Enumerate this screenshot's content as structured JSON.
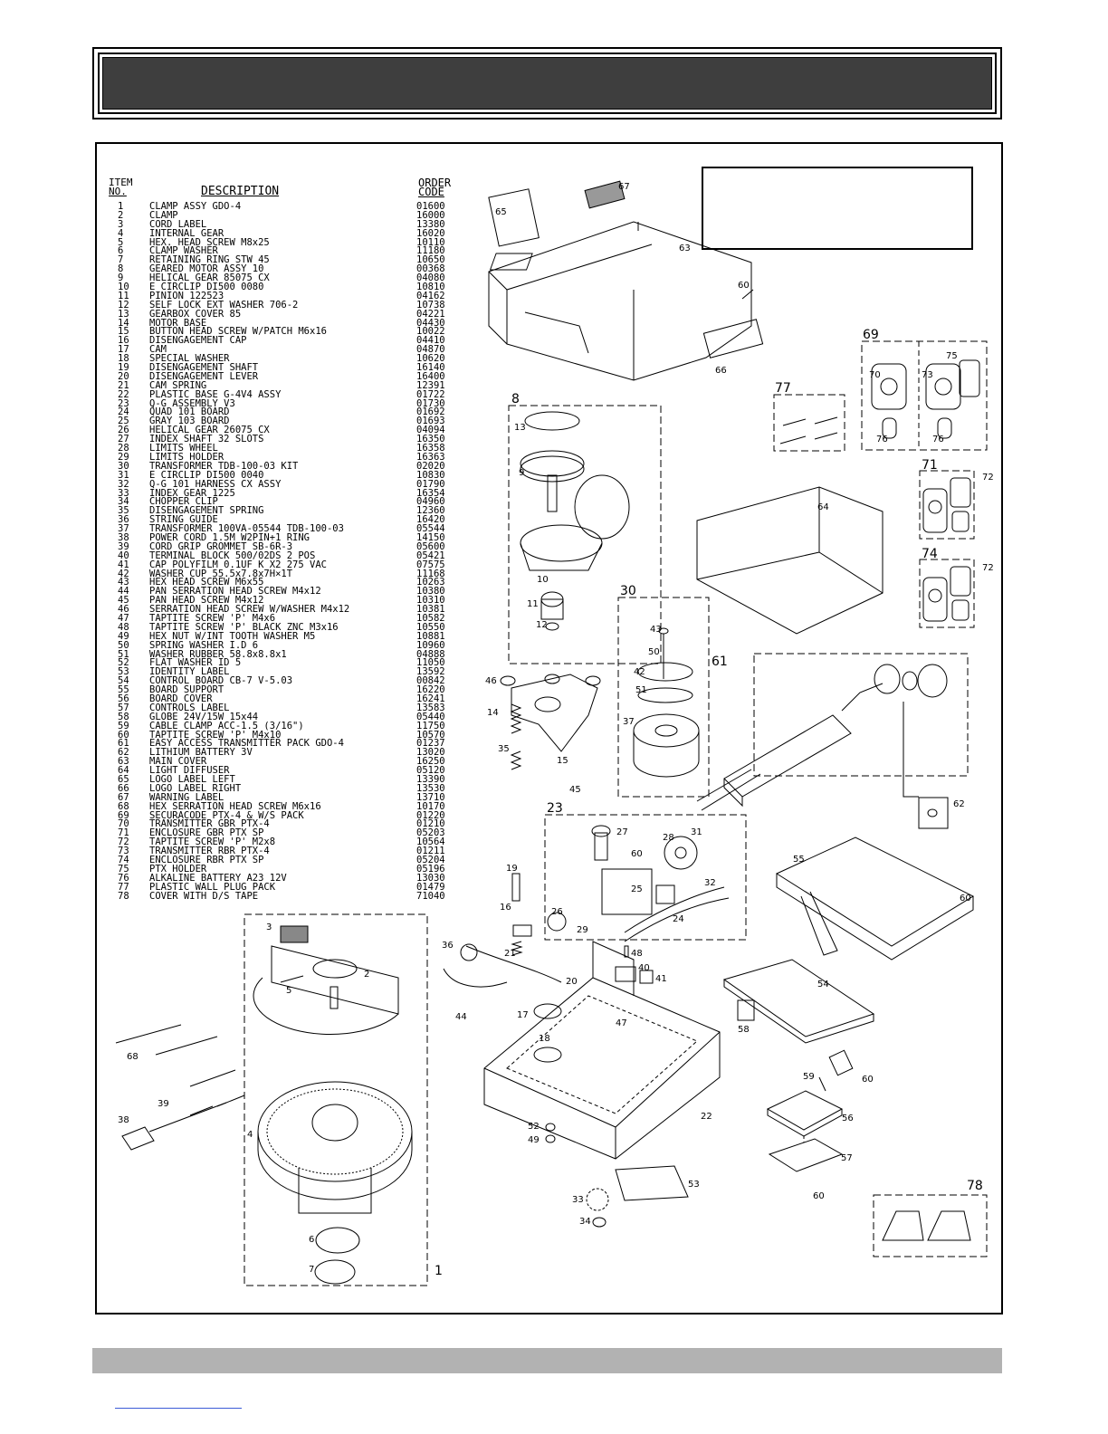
{
  "parts_table": {
    "headers": {
      "item_line1": "ITEM",
      "item_line2": "NO.",
      "description": "DESCRIPTION",
      "order_line1": "ORDER",
      "order_line2": "CODE"
    },
    "rows": [
      {
        "no": "1",
        "desc": "CLAMP ASSY GDO-4",
        "code": "01600"
      },
      {
        "no": "2",
        "desc": "CLAMP",
        "code": "16000"
      },
      {
        "no": "3",
        "desc": "CORD LABEL",
        "code": "13380"
      },
      {
        "no": "4",
        "desc": "INTERNAL GEAR",
        "code": "16020"
      },
      {
        "no": "5",
        "desc": "HEX. HEAD SCREW M8x25",
        "code": "10110"
      },
      {
        "no": "6",
        "desc": "CLAMP WASHER",
        "code": "11180"
      },
      {
        "no": "7",
        "desc": "RETAINING RING STW 45",
        "code": "10650"
      },
      {
        "no": "8",
        "desc": "GEARED MOTOR ASSY 10",
        "code": "00368"
      },
      {
        "no": "9",
        "desc": "HELICAL GEAR 85075 CX",
        "code": "04080"
      },
      {
        "no": "10",
        "desc": "E CIRCLIP DI500 0080",
        "code": "10810"
      },
      {
        "no": "11",
        "desc": "PINION 122523",
        "code": "04162"
      },
      {
        "no": "12",
        "desc": "SELF LOCK EXT WASHER 706-2",
        "code": "10738"
      },
      {
        "no": "13",
        "desc": "GEARBOX COVER 85",
        "code": "04221"
      },
      {
        "no": "14",
        "desc": "MOTOR BASE",
        "code": "04430"
      },
      {
        "no": "15",
        "desc": "BUTTON HEAD SCREW W/PATCH M6x16",
        "code": "10022"
      },
      {
        "no": "16",
        "desc": "DISENGAGEMENT CAP",
        "code": "04410"
      },
      {
        "no": "17",
        "desc": "CAM",
        "code": "04870"
      },
      {
        "no": "18",
        "desc": "SPECIAL WASHER",
        "code": "10620"
      },
      {
        "no": "19",
        "desc": "DISENGAGEMENT SHAFT",
        "code": "16140"
      },
      {
        "no": "20",
        "desc": "DISENGAGEMENT LEVER",
        "code": "16400"
      },
      {
        "no": "21",
        "desc": "CAM SPRING",
        "code": "12391"
      },
      {
        "no": "22",
        "desc": "PLASTIC BASE G-4V4 ASSY",
        "code": "01722"
      },
      {
        "no": "23",
        "desc": "Q-G ASSEMBLY V3",
        "code": "01730"
      },
      {
        "no": "24",
        "desc": "QUAD 101 BOARD",
        "code": "01692"
      },
      {
        "no": "25",
        "desc": "GRAY 103 BOARD",
        "code": "01693"
      },
      {
        "no": "26",
        "desc": "HELICAL GEAR 26075 CX",
        "code": "04094"
      },
      {
        "no": "27",
        "desc": "INDEX SHAFT 32 SLOTS",
        "code": "16350"
      },
      {
        "no": "28",
        "desc": "LIMITS WHEEL",
        "code": "16358"
      },
      {
        "no": "29",
        "desc": "LIMITS HOLDER",
        "code": "16363"
      },
      {
        "no": "30",
        "desc": "TRANSFORMER TDB-100-03 KIT",
        "code": "02020"
      },
      {
        "no": "31",
        "desc": "E CIRCLIP DI500 0040",
        "code": "10830"
      },
      {
        "no": "32",
        "desc": "Q-G 101 HARNESS CX ASSY",
        "code": "01790"
      },
      {
        "no": "33",
        "desc": "INDEX GEAR 1225",
        "code": "16354"
      },
      {
        "no": "34",
        "desc": "CHOPPER CLIP",
        "code": "04960"
      },
      {
        "no": "35",
        "desc": "DISENGAGEMENT SPRING",
        "code": "12360"
      },
      {
        "no": "36",
        "desc": "STRING GUIDE",
        "code": "16420"
      },
      {
        "no": "37",
        "desc": "TRANSFORMER 100VA-05544 TDB-100-03",
        "code": "05544"
      },
      {
        "no": "38",
        "desc": "POWER CORD 1.5M W2PIN+1 RING",
        "code": "14150"
      },
      {
        "no": "39",
        "desc": "CORD GRIP GROMMET SB-6R-3",
        "code": "05600"
      },
      {
        "no": "40",
        "desc": "TERMINAL BLOCK 500/02DS 2 POS",
        "code": "05421"
      },
      {
        "no": "41",
        "desc": "CAP POLYFILM 0.1UF K X2 275 VAC",
        "code": "07575"
      },
      {
        "no": "42",
        "desc": "WASHER CUP 55.5x7.8x7H×1T",
        "code": "11168"
      },
      {
        "no": "43",
        "desc": "HEX HEAD SCREW M6x55",
        "code": "10263"
      },
      {
        "no": "44",
        "desc": "PAN SERRATION HEAD SCREW M4x12",
        "code": "10380"
      },
      {
        "no": "45",
        "desc": "PAN HEAD SCREW M4x12",
        "code": "10310"
      },
      {
        "no": "46",
        "desc": "SERRATION HEAD SCREW W/WASHER M4x12",
        "code": "10381"
      },
      {
        "no": "47",
        "desc": "TAPTITE SCREW 'P' M4x6",
        "code": "10582"
      },
      {
        "no": "48",
        "desc": "TAPTITE SCREW 'P' BLACK ZNC M3x16",
        "code": "10550"
      },
      {
        "no": "49",
        "desc": "HEX NUT W/INT TOOTH WASHER M5",
        "code": "10881"
      },
      {
        "no": "50",
        "desc": "SPRING WASHER I.D 6",
        "code": "10960"
      },
      {
        "no": "51",
        "desc": "WASHER RUBBER 58.8x8.8x1",
        "code": "04888"
      },
      {
        "no": "52",
        "desc": "FLAT WASHER ID 5",
        "code": "11050"
      },
      {
        "no": "53",
        "desc": "IDENTITY LABEL",
        "code": "13592"
      },
      {
        "no": "54",
        "desc": "CONTROL BOARD CB-7 V-5.03",
        "code": "00842"
      },
      {
        "no": "55",
        "desc": "BOARD SUPPORT",
        "code": "16220"
      },
      {
        "no": "56",
        "desc": "BOARD COVER",
        "code": "16241"
      },
      {
        "no": "57",
        "desc": "CONTROLS LABEL",
        "code": "13583"
      },
      {
        "no": "58",
        "desc": "GLOBE 24V/15W 15x44",
        "code": "05440"
      },
      {
        "no": "59",
        "desc": "CABLE CLAMP ACC-1.5 (3/16\")",
        "code": "11750"
      },
      {
        "no": "60",
        "desc": "TAPTITE SCREW 'P' M4x10",
        "code": "10570"
      },
      {
        "no": "61",
        "desc": "EASY ACCESS TRANSMITTER PACK GDO-4",
        "code": "01237"
      },
      {
        "no": "62",
        "desc": "LITHIUM BATTERY 3V",
        "code": "13020"
      },
      {
        "no": "63",
        "desc": "MAIN COVER",
        "code": "16250"
      },
      {
        "no": "64",
        "desc": "LIGHT DIFFUSER",
        "code": "05120"
      },
      {
        "no": "65",
        "desc": "LOGO LABEL LEFT",
        "code": "13390"
      },
      {
        "no": "66",
        "desc": "LOGO LABEL RIGHT",
        "code": "13530"
      },
      {
        "no": "67",
        "desc": "WARNING LABEL",
        "code": "13710"
      },
      {
        "no": "68",
        "desc": "HEX SERRATION HEAD SCREW M6x16",
        "code": "10170"
      },
      {
        "no": "69",
        "desc": "SECURACODE PTX-4 & W/S PACK",
        "code": "01220"
      },
      {
        "no": "70",
        "desc": "TRANSMITTER GBR PTX-4",
        "code": "01210"
      },
      {
        "no": "71",
        "desc": "ENCLOSURE GBR PTX SP",
        "code": "05203"
      },
      {
        "no": "72",
        "desc": "TAPTITE SCREW 'P' M2x8",
        "code": "10564"
      },
      {
        "no": "73",
        "desc": "TRANSMITTER RBR PTX-4",
        "code": "01211"
      },
      {
        "no": "74",
        "desc": "ENCLOSURE RBR PTX SP",
        "code": "05204"
      },
      {
        "no": "75",
        "desc": "PTX HOLDER",
        "code": "05196"
      },
      {
        "no": "76",
        "desc": "ALKALINE BATTERY A23 12V",
        "code": "13030"
      },
      {
        "no": "77",
        "desc": "PLASTIC WALL PLUG PACK",
        "code": "01479"
      },
      {
        "no": "78",
        "desc": "COVER WITH D/S TAPE",
        "code": "71040"
      }
    ]
  },
  "diagram_labels": {
    "group_8": "8",
    "group_30": "30",
    "group_23": "23",
    "group_61": "61",
    "group_69": "69",
    "group_71": "71",
    "group_74": "74",
    "group_77": "77",
    "group_1": "1",
    "group_78": "78",
    "callouts": [
      "65",
      "67",
      "63",
      "60",
      "66",
      "13",
      "9",
      "10",
      "11",
      "12",
      "70",
      "73",
      "75",
      "76",
      "76",
      "72",
      "72",
      "64",
      "43",
      "50",
      "42",
      "51",
      "37",
      "46",
      "14",
      "35",
      "15",
      "45",
      "62",
      "27",
      "28",
      "31",
      "60",
      "19",
      "16",
      "26",
      "29",
      "25",
      "24",
      "32",
      "55",
      "60",
      "3",
      "2",
      "5",
      "36",
      "21",
      "20",
      "48",
      "40",
      "41",
      "54",
      "44",
      "17",
      "47",
      "58",
      "18",
      "68",
      "59",
      "60",
      "39",
      "38",
      "4",
      "52",
      "49",
      "22",
      "56",
      "57",
      "53",
      "33",
      "34",
      "60",
      "6",
      "7"
    ]
  }
}
